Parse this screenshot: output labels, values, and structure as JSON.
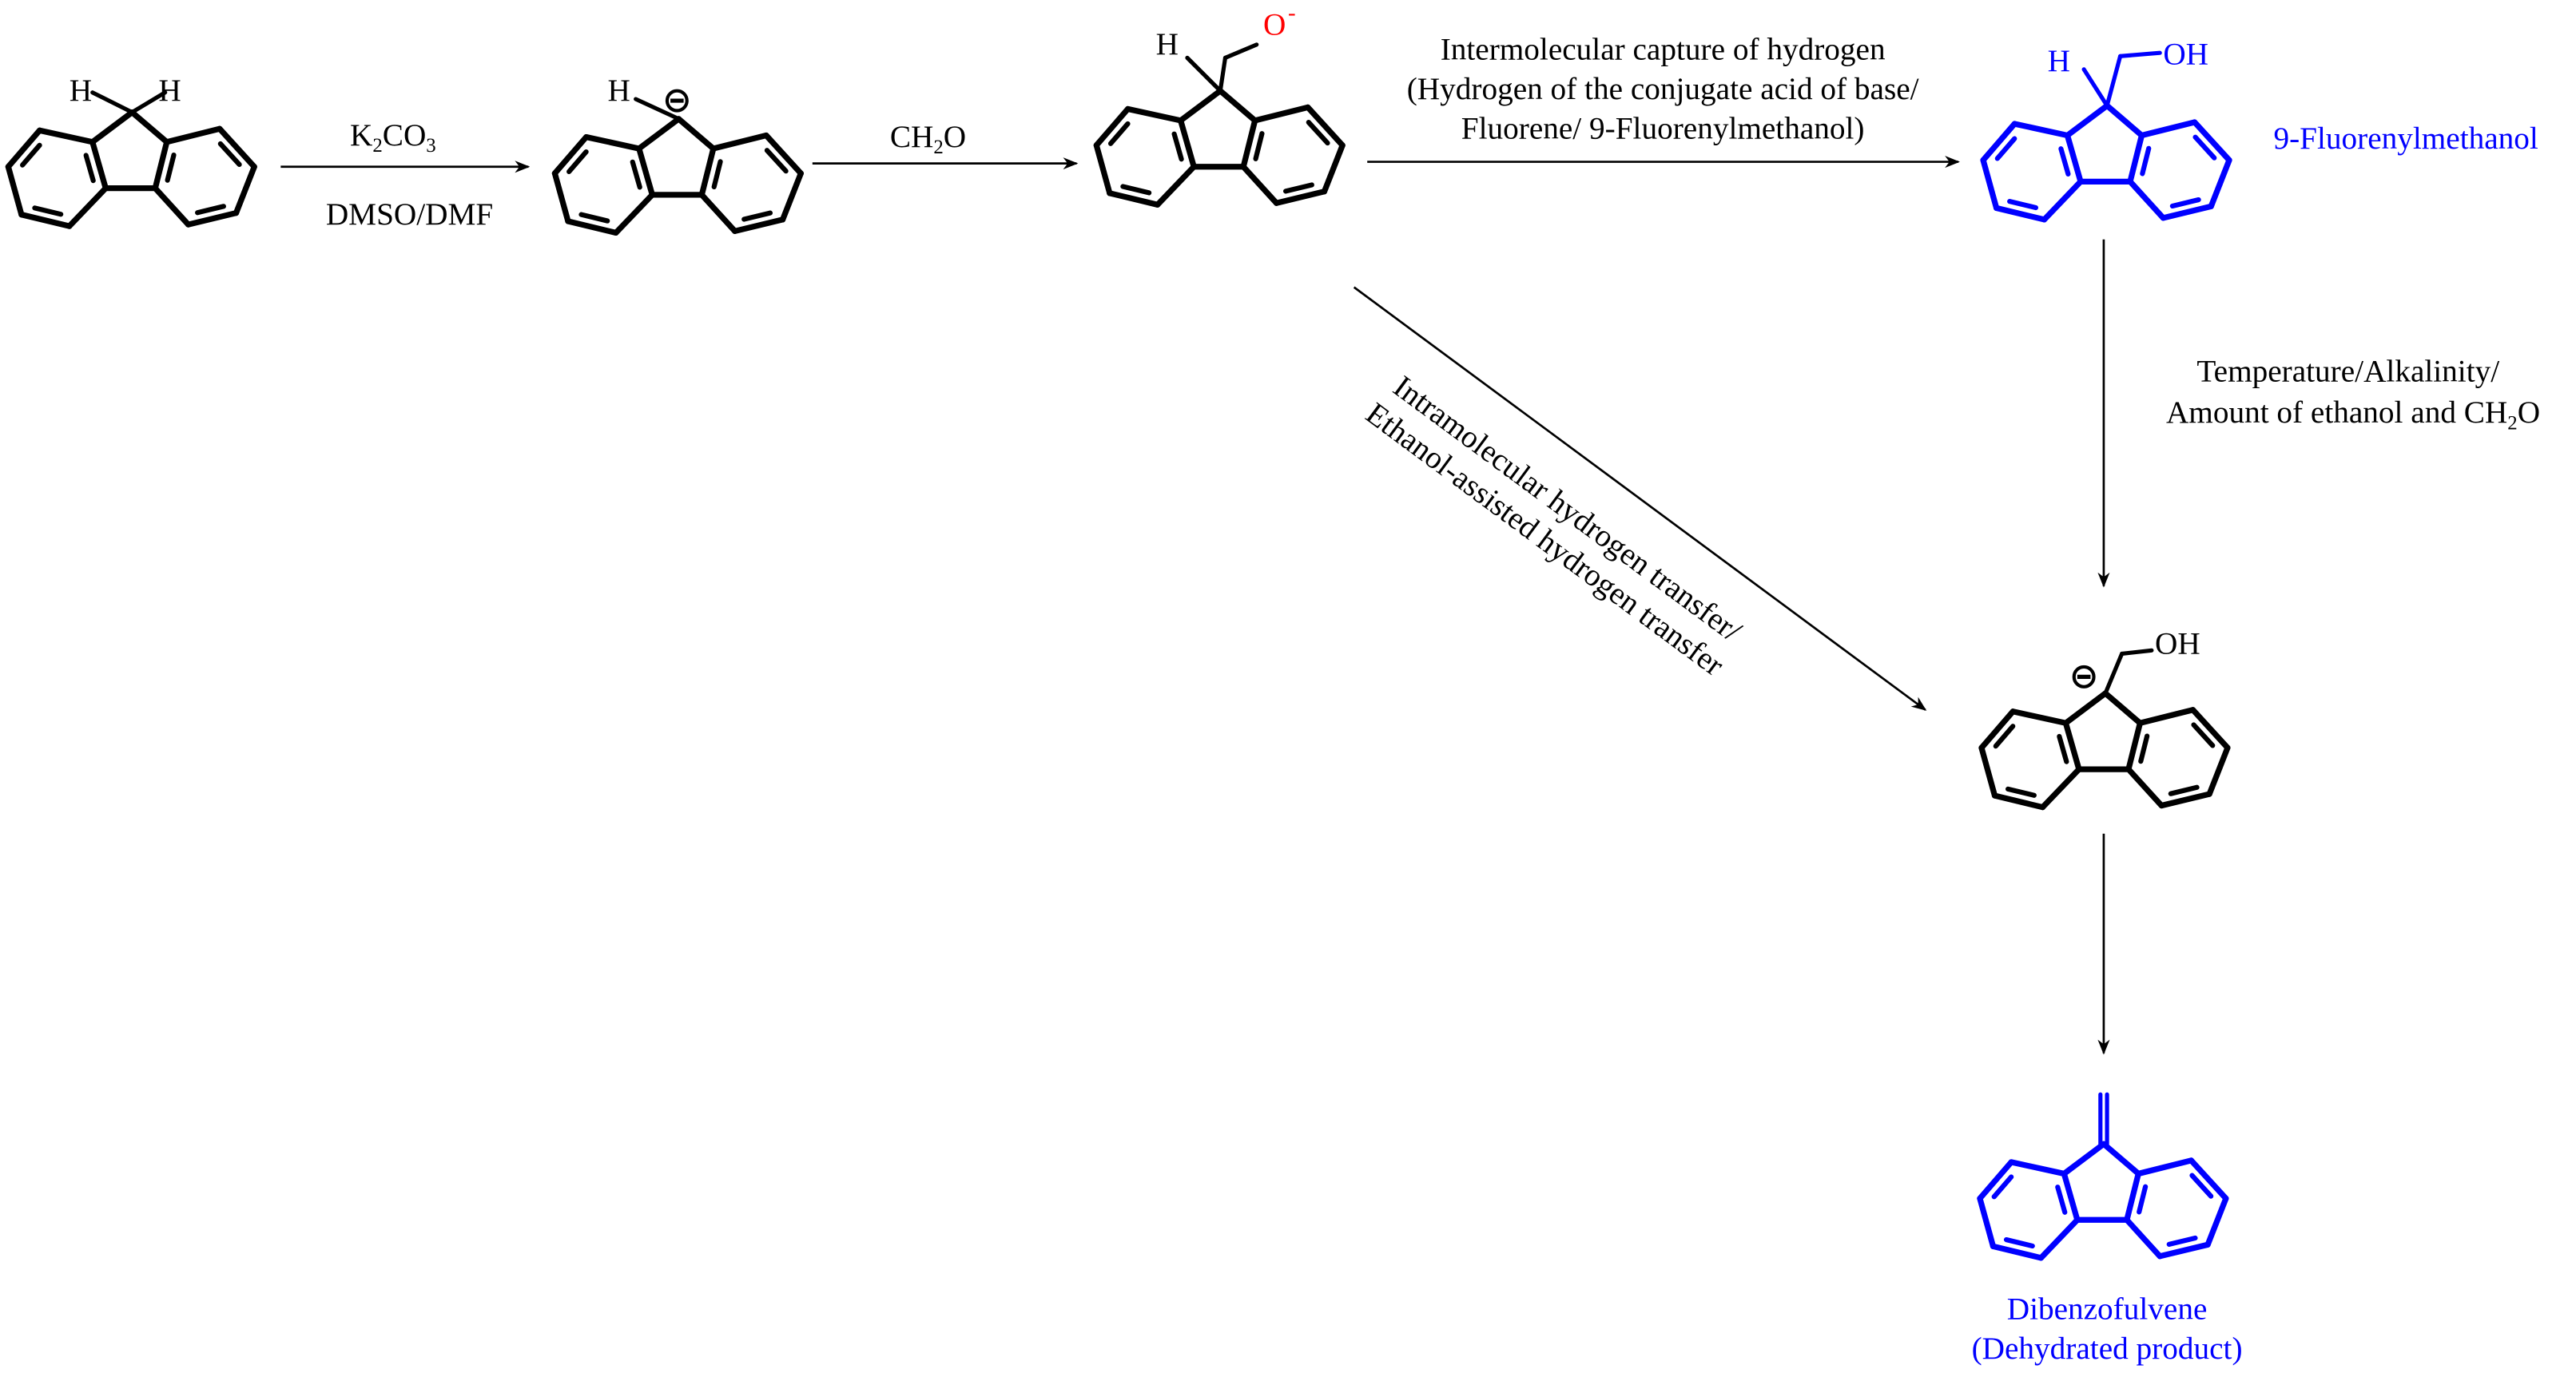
{
  "colors": {
    "black": "#000000",
    "product": "#0000ff",
    "oxygen_anion": "#ff0000"
  },
  "atoms": {
    "h": "H",
    "oh": "OH",
    "o_anion": "O",
    "minus": "-"
  },
  "step1": {
    "reagent_main": "K",
    "reagent_sub1": "2",
    "reagent_mid": "CO",
    "reagent_sub2": "3",
    "solvent": "DMSO/DMF"
  },
  "step2": {
    "reagent_pre": "CH",
    "reagent_sub": "2",
    "reagent_post": "O"
  },
  "step3": {
    "lines": [
      "Intermolecular capture of hydrogen",
      "(Hydrogen of  the conjugate acid of base/",
      "Fluorene/ 9-Fluorenylmethanol)"
    ]
  },
  "product1": {
    "name": "9-Fluorenylmethanol"
  },
  "step4": {
    "line1": "Temperature/Alkalinity/",
    "line2_pre": "Amount of ethanol and CH",
    "line2_sub": "2",
    "line2_post": "O"
  },
  "diagonal": {
    "lines": [
      "Intramolecular hydrogen transfer/",
      "Ethanol-assisted hydrogen transfer"
    ]
  },
  "product2": {
    "name": "Dibenzofulvene",
    "note": "(Dehydrated product)"
  }
}
